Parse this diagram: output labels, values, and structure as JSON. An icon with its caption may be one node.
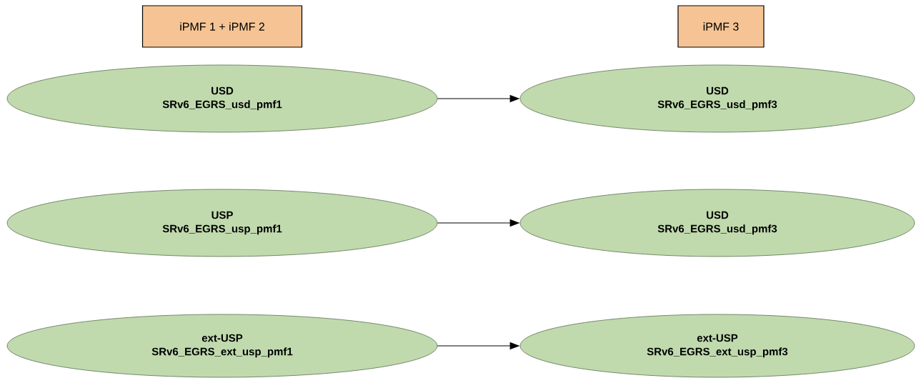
{
  "diagram": {
    "nodes": [
      {
        "text": [
          "iPMF 1 + iPMF 2"
        ]
      },
      {
        "text": [
          "iPMF 3"
        ]
      },
      {
        "text": [
          "USD",
          "SRv6_EGRS_usd_pmf1"
        ]
      },
      {
        "text": [
          "USD",
          "SRv6_EGRS_usd_pmf3"
        ]
      },
      {
        "text": [
          "USP",
          "SRv6_EGRS_usp_pmf1"
        ]
      },
      {
        "text": [
          "USD",
          "SRv6_EGRS_usd_pmf3"
        ]
      },
      {
        "text": [
          "ext-USP",
          "SRv6_EGRS_ext_usp_pmf1"
        ]
      },
      {
        "text": [
          "ext-USP",
          "SRv6_EGRS_ext_usp_pmf3"
        ]
      }
    ],
    "edges": [
      {
        "from": 2,
        "to": 3,
        "arrow": "to"
      },
      {
        "from": 4,
        "to": 5,
        "arrow": "to"
      },
      {
        "from": 6,
        "to": 7,
        "arrow": "to"
      }
    ]
  }
}
